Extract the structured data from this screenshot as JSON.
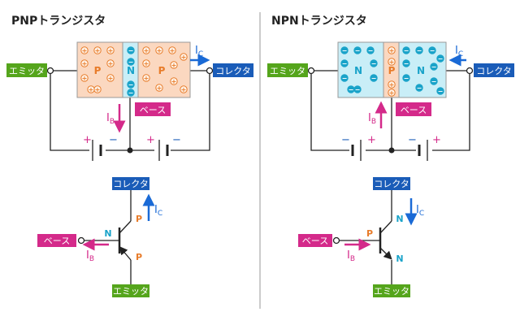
{
  "colors": {
    "emitter_tag": "#55a51c",
    "collector_tag": "#1a5cb8",
    "base_tag": "#d42a8a",
    "p_region_fill": "#fbd8c0",
    "n_region_fill": "#c9eef7",
    "p_letter": "#e87c2a",
    "n_letter": "#1aa3c9",
    "arrow_blue": "#1a6ad6",
    "arrow_magenta": "#d42a8a",
    "wire": "#222222",
    "divider": "#9a9a9a"
  },
  "pnp": {
    "title": "PNPトランジスタ",
    "emitter": "エミッタ",
    "collector": "コレクタ",
    "base": "ベース",
    "region_left": "P",
    "region_mid": "N",
    "region_right": "P",
    "current_c": "I",
    "current_c_sub": "C",
    "current_b": "I",
    "current_b_sub": "B",
    "battery_left_plus": "+",
    "battery_left_minus": "−",
    "battery_right_plus": "+",
    "battery_right_minus": "−",
    "carrier_p": "+",
    "carrier_n": "−",
    "symbol_collector": "コレクタ",
    "symbol_emitter": "エミッタ",
    "symbol_base": "ベース",
    "symbol_n": "N",
    "symbol_p_top": "P",
    "symbol_p_bottom": "P",
    "symbol_ic": "I",
    "symbol_ic_sub": "C",
    "symbol_ib": "I",
    "symbol_ib_sub": "B"
  },
  "npn": {
    "title": "NPNトランジスタ",
    "emitter": "エミッタ",
    "collector": "コレクタ",
    "base": "ベース",
    "region_left": "N",
    "region_mid": "P",
    "region_right": "N",
    "current_c": "I",
    "current_c_sub": "C",
    "current_b": "I",
    "current_b_sub": "B",
    "battery_left_minus": "−",
    "battery_left_plus": "+",
    "battery_right_minus": "−",
    "battery_right_plus": "+",
    "carrier_p": "+",
    "carrier_n": "−",
    "symbol_collector": "コレクタ",
    "symbol_emitter": "エミッタ",
    "symbol_base": "ベース",
    "symbol_p": "P",
    "symbol_n_top": "N",
    "symbol_n_bottom": "N",
    "symbol_ic": "I",
    "symbol_ic_sub": "C",
    "symbol_ib": "I",
    "symbol_ib_sub": "B"
  }
}
